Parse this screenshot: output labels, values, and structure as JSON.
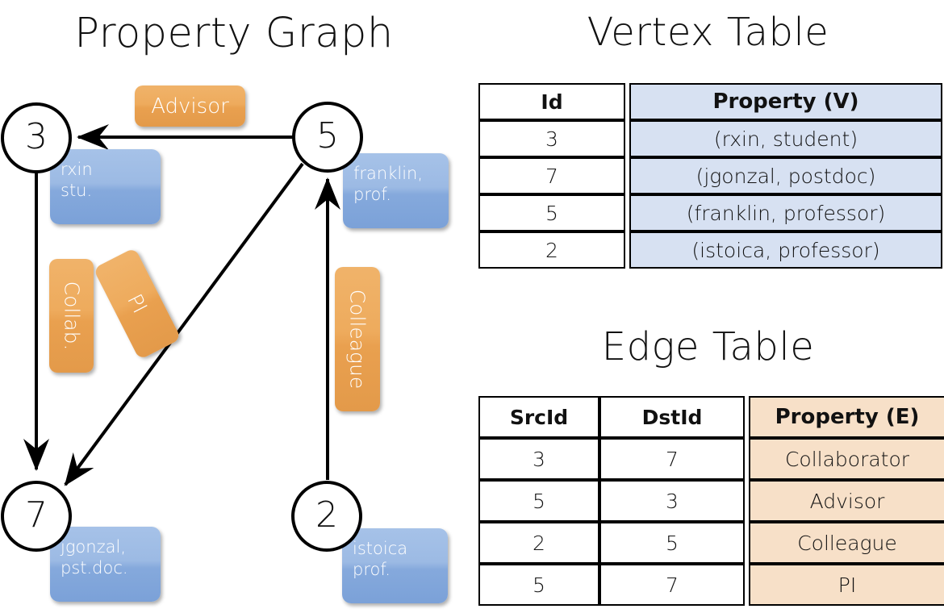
{
  "titles": {
    "graph": "Property Graph",
    "vertex_table": "Vertex Table",
    "edge_table": "Edge Table"
  },
  "graph": {
    "nodes": [
      {
        "id": "3",
        "label_line1": "rxin",
        "label_line2": "stu."
      },
      {
        "id": "5",
        "label_line1": "franklin,",
        "label_line2": "prof."
      },
      {
        "id": "7",
        "label_line1": "jgonzal,",
        "label_line2": "pst.doc."
      },
      {
        "id": "2",
        "label_line1": "istoica",
        "label_line2": "prof."
      }
    ],
    "edge_labels": {
      "advisor": "Advisor",
      "collab": "Collab.",
      "pi": "PI",
      "colleague": "Colleague"
    },
    "edges": [
      {
        "from": "5",
        "to": "3",
        "label": "Advisor"
      },
      {
        "from": "3",
        "to": "7",
        "label": "Collab."
      },
      {
        "from": "5",
        "to": "7",
        "label": "PI"
      },
      {
        "from": "2",
        "to": "5",
        "label": "Colleague"
      }
    ]
  },
  "vertex_table": {
    "headers": [
      "Id",
      "Property (V)"
    ],
    "rows": [
      {
        "id": "3",
        "property": "(rxin, student)"
      },
      {
        "id": "7",
        "property": "(jgonzal, postdoc)"
      },
      {
        "id": "5",
        "property": "(franklin, professor)"
      },
      {
        "id": "2",
        "property": "(istoica, professor)"
      }
    ]
  },
  "edge_table": {
    "headers": [
      "SrcId",
      "DstId",
      "Property (E)"
    ],
    "rows": [
      {
        "src": "3",
        "dst": "7",
        "property": "Collaborator"
      },
      {
        "src": "5",
        "dst": "3",
        "property": "Advisor"
      },
      {
        "src": "2",
        "dst": "5",
        "property": "Colleague"
      },
      {
        "src": "5",
        "dst": "7",
        "property": "PI"
      }
    ]
  },
  "colors": {
    "vertex_property_fill": "#D7E1F2",
    "edge_property_fill": "#F7E0C8",
    "node_label_box": "#9CBAE4",
    "edge_label_box": "#EEAB5D",
    "stroke": "#000000",
    "background": "#FFFFFF"
  }
}
